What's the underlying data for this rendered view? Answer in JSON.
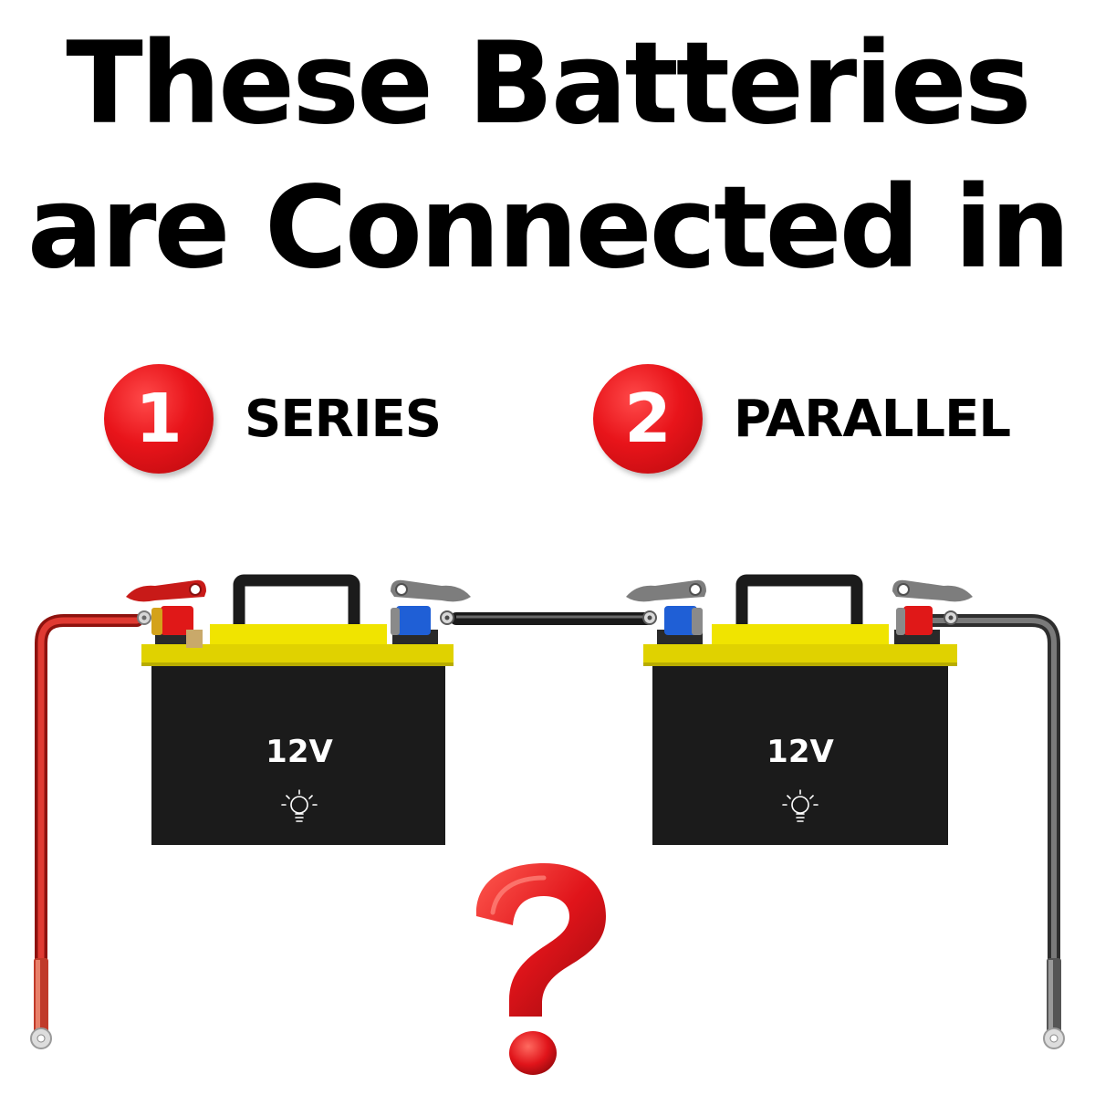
{
  "title": {
    "line1": "These Batteries",
    "line2": "are Connected in"
  },
  "options": [
    {
      "number": "1",
      "label": "SERIES"
    },
    {
      "number": "2",
      "label": "PARALLEL"
    }
  ],
  "batteries": [
    {
      "voltage": "12V"
    },
    {
      "voltage": "12V"
    }
  ],
  "colors": {
    "accent_red": "#e8141a",
    "battery_body": "#1b1b1b",
    "battery_lid": "#e0d200",
    "positive_cable": "#d42a22",
    "negative_cable": "#555555",
    "negative_terminal": "#1f5fd6",
    "positive_terminal": "#e01818"
  },
  "icons": {
    "battery_symbol": "lightbulb-icon",
    "center_mark": "question-mark-icon"
  }
}
